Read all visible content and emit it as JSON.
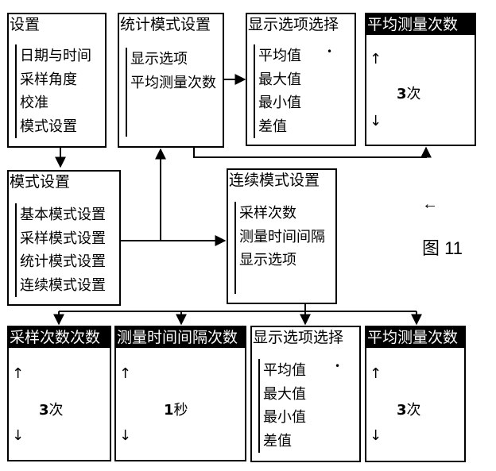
{
  "box_settings": {
    "title": "设置",
    "items": [
      "日期与时间",
      "采样角度",
      "校准",
      "模式设置"
    ]
  },
  "box_mode": {
    "title": "模式设置",
    "items": [
      "基本模式设置",
      "采样模式设置",
      "统计模式设置",
      "连续模式设置"
    ]
  },
  "box_stat_mode": {
    "title": "统计模式设置",
    "items": [
      "显示选项",
      "平均测量次数"
    ]
  },
  "box_display_top": {
    "title": "显示选项选择",
    "items": [
      "平均值",
      "最大值",
      "最小值",
      "差值"
    ],
    "marker": "•"
  },
  "box_avg_top": {
    "title": "平均测量次数",
    "up": "↑",
    "down": "↓",
    "num": "3",
    "unit": "次"
  },
  "box_cont_mode": {
    "title": "连续模式设置",
    "items": [
      "采样次数",
      "测量时间间隔",
      "显示选项"
    ]
  },
  "box_sample_count": {
    "title": "采样次数次数",
    "up": "↑",
    "down": "↓",
    "num": "3",
    "unit": "次"
  },
  "box_interval": {
    "title": "测量时间间隔次数",
    "up": "↑",
    "down": "↓",
    "num": "1",
    "unit": "秒"
  },
  "box_display_bottom": {
    "title": "显示选项选择",
    "items": [
      "平均值",
      "最大值",
      "最小值",
      "差值"
    ],
    "marker": "•"
  },
  "box_avg_bottom": {
    "title": "平均测量次数",
    "up": "↑",
    "down": "↓",
    "num": "3",
    "unit": "次"
  },
  "figure": {
    "arrow": "←",
    "label": "图 11"
  }
}
